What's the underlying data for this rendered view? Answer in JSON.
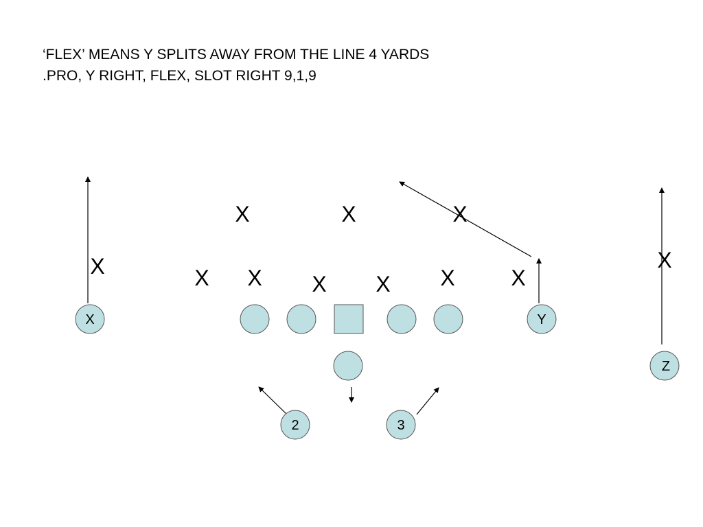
{
  "title": {
    "line1": "‘FLEX’ MEANS Y SPLITS AWAY FROM THE LINE 4 YARDS",
    "line2": ".PRO, Y RIGHT, FLEX, SLOT RIGHT 9,1,9"
  },
  "colors": {
    "player_fill": "#bfe0e3",
    "outline": "#555555",
    "line": "#000000"
  },
  "defenders": [
    {
      "label": "X"
    },
    {
      "label": "X"
    },
    {
      "label": "X"
    },
    {
      "label": "X"
    },
    {
      "label": "X"
    },
    {
      "label": "X"
    },
    {
      "label": "X"
    },
    {
      "label": "X"
    },
    {
      "label": "X"
    },
    {
      "label": "X"
    },
    {
      "label": "X"
    }
  ],
  "players": {
    "x_receiver": "X",
    "y_receiver": "Y",
    "z_receiver": "Z",
    "back_2": "2",
    "back_3": "3"
  }
}
